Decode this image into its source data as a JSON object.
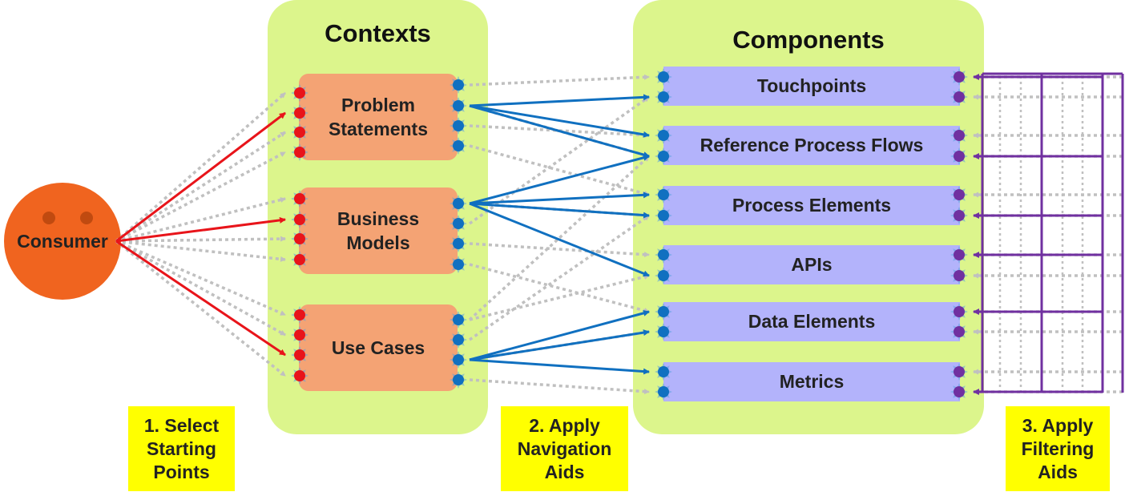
{
  "consumer": {
    "label": "Consumer"
  },
  "contexts": {
    "title": "Contexts",
    "items": [
      {
        "label": "Problem\nStatements"
      },
      {
        "label": "Business\nModels"
      },
      {
        "label": "Use Cases"
      }
    ]
  },
  "components": {
    "title": "Components",
    "items": [
      {
        "label": "Touchpoints"
      },
      {
        "label": "Reference Process Flows"
      },
      {
        "label": "Process Elements"
      },
      {
        "label": "APIs"
      },
      {
        "label": "Data Elements"
      },
      {
        "label": "Metrics"
      }
    ]
  },
  "steps": [
    {
      "label": "1. Select\nStarting\nPoints"
    },
    {
      "label": "2. Apply\nNavigation\nAids"
    },
    {
      "label": "3. Apply\nFiltering\nAids"
    }
  ],
  "colors": {
    "panel": "#dcf58c",
    "context_box": "#f4a374",
    "component_box": "#b3b3fb",
    "consumer": "#f0641f",
    "start_connector": "#e8141a",
    "nav_connector": "#1070c0",
    "filter_connector": "#7030a0",
    "inactive_link": "#c0c0c0",
    "note": "#ffff00"
  }
}
